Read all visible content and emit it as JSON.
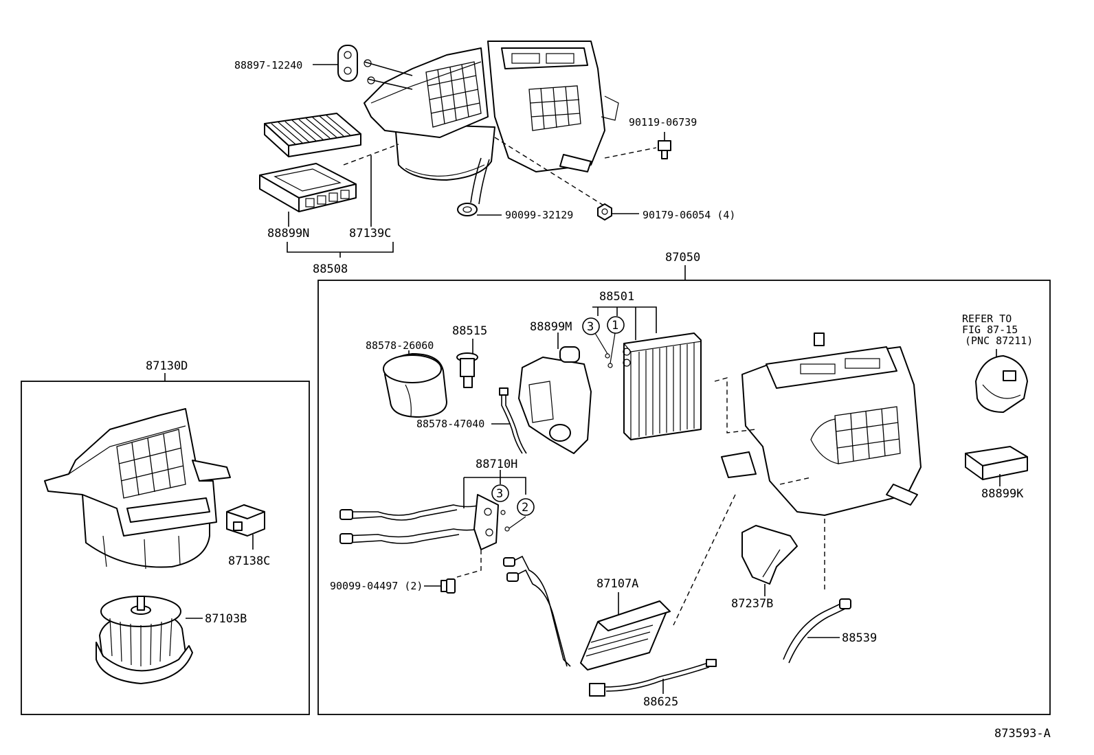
{
  "labels": {
    "p88897_12240": "88897-12240",
    "p90119_06739": "90119-06739",
    "p90099_32129": "90099-32129",
    "p90179_06054": "90179-06054 (4)",
    "p88899N": "88899N",
    "p87139C": "87139C",
    "p88508": "88508",
    "p87050": "87050",
    "p88501": "88501",
    "p88515": "88515",
    "p88899M": "88899M",
    "p88578_26060": "88578-26060",
    "p88578_47040": "88578-47040",
    "p88710H": "88710H",
    "p90099_04497": "90099-04497 (2)",
    "p87107A": "87107A",
    "p87237B": "87237B",
    "p88539": "88539",
    "p88625": "88625",
    "p88899K": "88899K",
    "p87130D": "87130D",
    "p87138C": "87138C",
    "p87103B": "87103B",
    "refer1": "REFER TO",
    "refer2": "FIG 87-15",
    "refer3": "(PNC 87211)",
    "figure_id": "873593-A"
  },
  "callouts": {
    "c1": "1",
    "c2": "2",
    "c3a": "3",
    "c3b": "3"
  }
}
